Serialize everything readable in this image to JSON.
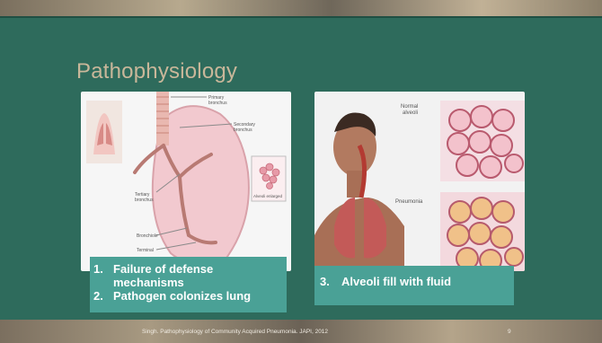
{
  "slide": {
    "title": "Pathophysiology",
    "image_left": {
      "labels": [
        "Primary bronchus",
        "Secondary bronchus",
        "Tertiary bronchus",
        "Alveoli enlarged",
        "Bronchiole",
        "Terminal"
      ]
    },
    "image_right": {
      "labels": [
        "Normal alveoli",
        "Pneumonia"
      ]
    },
    "callout_left": {
      "items": [
        {
          "num": "1.",
          "text": "Failure of defense mechanisms"
        },
        {
          "num": "2.",
          "text": "Pathogen colonizes lung"
        }
      ]
    },
    "callout_right": {
      "items": [
        {
          "num": "3.",
          "text": "Alveoli fill with fluid"
        }
      ]
    },
    "footer": "Singh. Pathophysiology of Community Acquired Pneumonia. JAPI, 2012",
    "page_number": "9"
  }
}
